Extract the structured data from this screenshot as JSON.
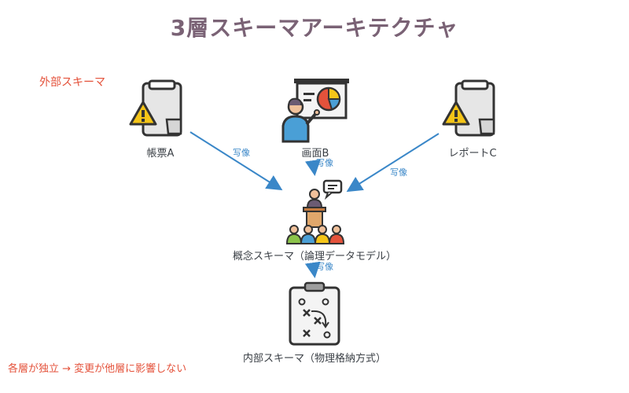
{
  "title": "3層スキーマアーキテクチャ",
  "external_label": "外部スキーマ",
  "nodes": {
    "form_a": "帳票A",
    "screen_b": "画面B",
    "report_c": "レポートC",
    "conceptual": "概念スキーマ（論理データモデル）",
    "internal": "内部スキーマ（物理格納方式）"
  },
  "edges": {
    "form_a": "写像",
    "screen_b": "写像",
    "report_c": "写像",
    "conceptual": "写像"
  },
  "footer": "各層が独立 → 変更が他層に影響しない",
  "colors": {
    "title": "#7a6275",
    "accent_red": "#e4523b",
    "arrow_blue": "#3a87c8"
  }
}
